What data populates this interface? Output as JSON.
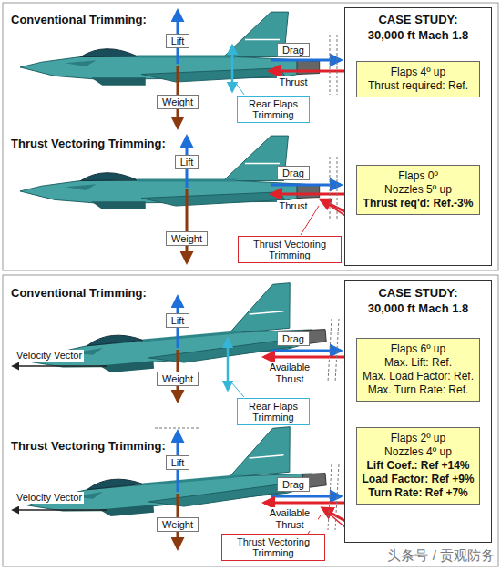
{
  "diagram": {
    "nodes": [
      {
        "text": [
          "Lift"
        ]
      },
      {
        "text": [
          "Drag"
        ]
      },
      {
        "text": [
          "Rear Flaps Trimming"
        ]
      },
      {
        "text": [
          "Weight"
        ]
      },
      {
        "text": [
          "Lift"
        ]
      },
      {
        "text": [
          "Drag"
        ]
      },
      {
        "text": [
          "Weight"
        ]
      },
      {
        "text": [
          "Thrust Vectoring Trimming"
        ]
      },
      {
        "text": [
          "CASE STUDY:",
          "30,000 ft Mach 1.8"
        ]
      },
      {
        "text": [
          "Flaps 4º up",
          "Thrust required: Ref."
        ],
        "in": 8
      },
      {
        "text": [
          "Flaps 0º",
          "Nozzles 5º up",
          "Thrust req'd: Ref.-3%"
        ],
        "in": 8
      },
      {
        "text": [
          "Lift"
        ]
      },
      {
        "text": [
          "Drag"
        ]
      },
      {
        "text": [
          "Weight"
        ]
      },
      {
        "text": [
          "Rear Flaps Trimming"
        ]
      },
      {
        "text": [
          "Lift"
        ]
      },
      {
        "text": [
          "Drag"
        ]
      },
      {
        "text": [
          "Weight"
        ]
      },
      {
        "text": [
          "Thrust Vectoring Trimming"
        ]
      },
      {
        "text": [
          "CASE STUDY:",
          "30,000 ft Mach 1.8"
        ]
      },
      {
        "text": [
          "Flaps 6º up",
          "Max. Lift: Ref.",
          "Max. Load Factor: Ref.",
          "Max. Turn Rate: Ref."
        ],
        "in": 19
      },
      {
        "text": [
          "Flaps 2º up",
          "Nozzles 4º up",
          "Lift Coef.: Ref +14%",
          "Load Factor: Ref +9%",
          "Turn Rate: Ref +7%"
        ],
        "in": 19
      }
    ],
    "labels": [
      "Conventional Trimming:",
      "Thrust",
      "Thrust Vectoring Trimming:",
      "Thrust",
      "Conventional Trimming:",
      "Velocity Vector",
      "Available Thrust",
      "Thrust Vectoring Trimming:",
      "Velocity Vector",
      "Available Thrust",
      "头条号 / 贡观防务"
    ]
  }
}
